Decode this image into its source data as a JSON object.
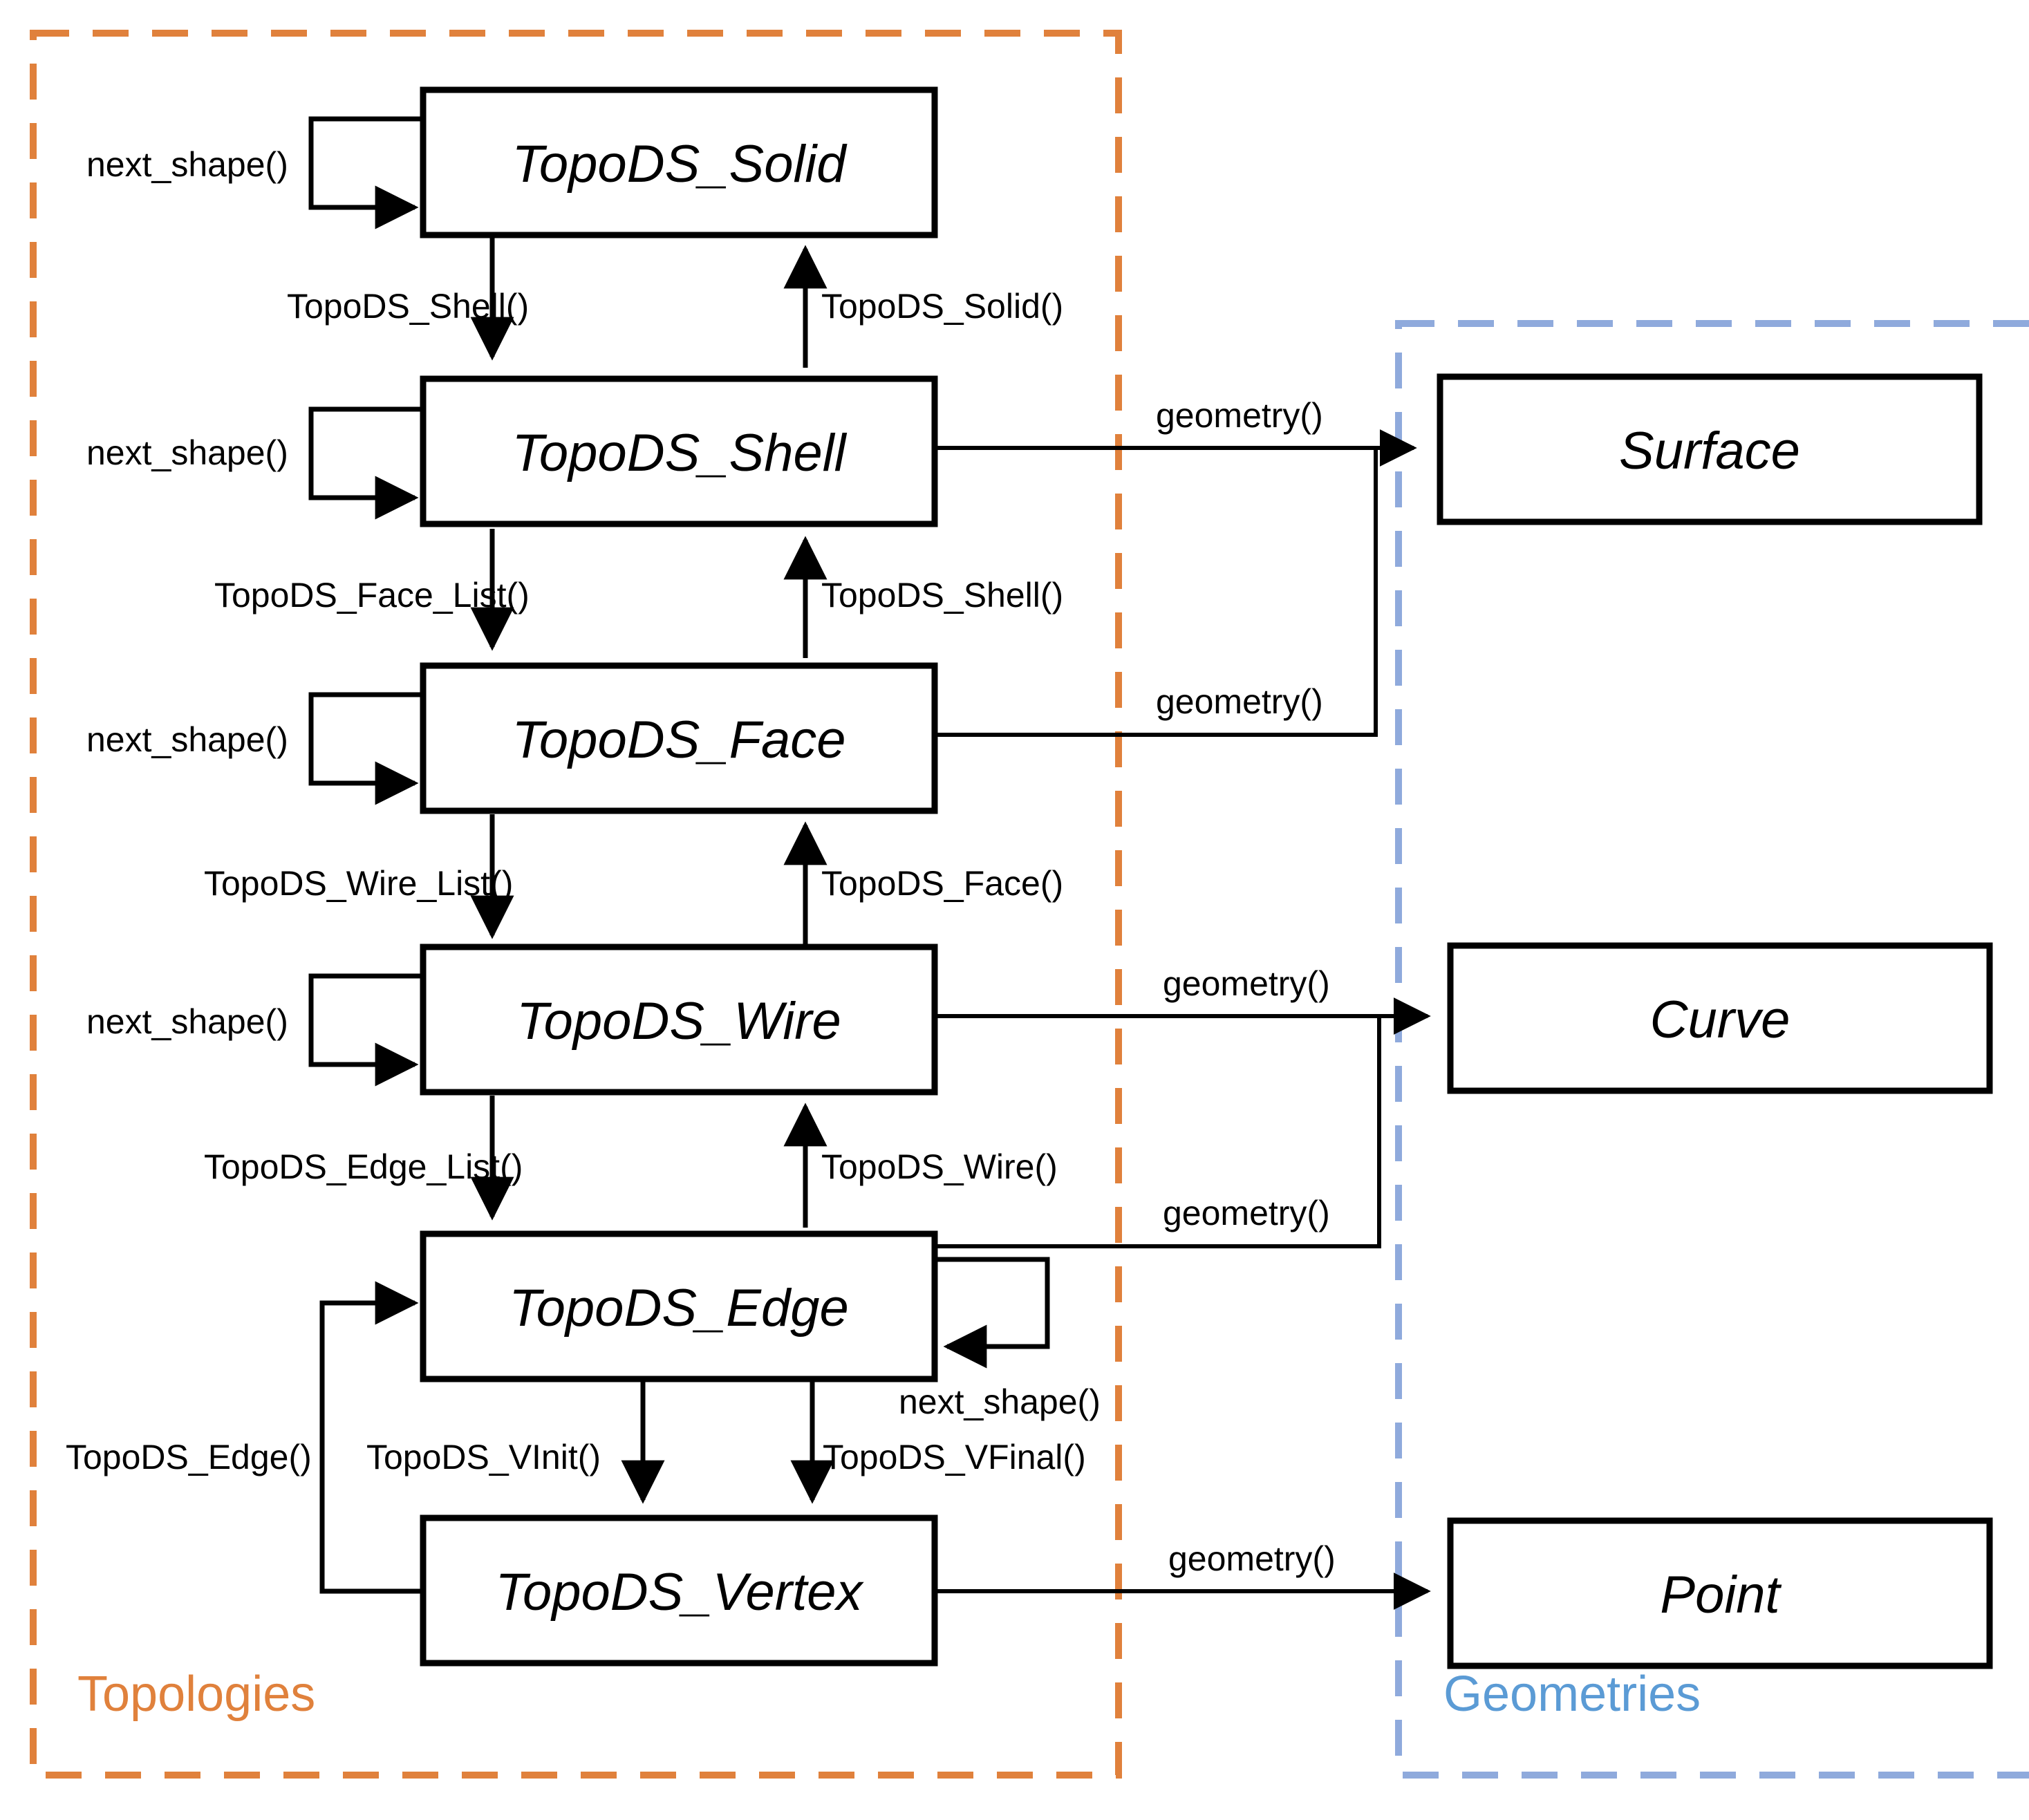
{
  "groups": {
    "topologies": {
      "label": "Topologies",
      "color": "#E0813C"
    },
    "geometries": {
      "label": "Geometries",
      "color": "#8FAADC",
      "text_color": "#5B9BD5"
    }
  },
  "nodes": {
    "solid": {
      "label": "TopoDS_Solid"
    },
    "shell": {
      "label": "TopoDS_Shell"
    },
    "face": {
      "label": "TopoDS_Face"
    },
    "wire": {
      "label": "TopoDS_Wire"
    },
    "edge": {
      "label": "TopoDS_Edge"
    },
    "vertex": {
      "label": "TopoDS_Vertex"
    },
    "surface": {
      "label": "Surface"
    },
    "curve": {
      "label": "Curve"
    },
    "point": {
      "label": "Point"
    }
  },
  "edge_labels": {
    "next_shape_solid": "next_shape()",
    "next_shape_shell": "next_shape()",
    "next_shape_face": "next_shape()",
    "next_shape_wire": "next_shape()",
    "next_shape_edge": "next_shape()",
    "solid_to_shell": "TopoDS_Shell()",
    "shell_to_solid": "TopoDS_Solid()",
    "shell_to_face": "TopoDS_Face_List()",
    "face_to_shell": "TopoDS_Shell()",
    "face_to_wire": "TopoDS_Wire_List()",
    "wire_to_face": "TopoDS_Face()",
    "wire_to_edge": "TopoDS_Edge_List()",
    "edge_to_wire": "TopoDS_Wire()",
    "edge_to_vinit": "TopoDS_VInit()",
    "edge_to_vfinal": "TopoDS_VFinal()",
    "vertex_to_edge": "TopoDS_Edge()",
    "shell_geometry": "geometry()",
    "face_geometry": "geometry()",
    "wire_geometry": "geometry()",
    "edge_geometry": "geometry()",
    "vertex_geometry": "geometry()"
  }
}
